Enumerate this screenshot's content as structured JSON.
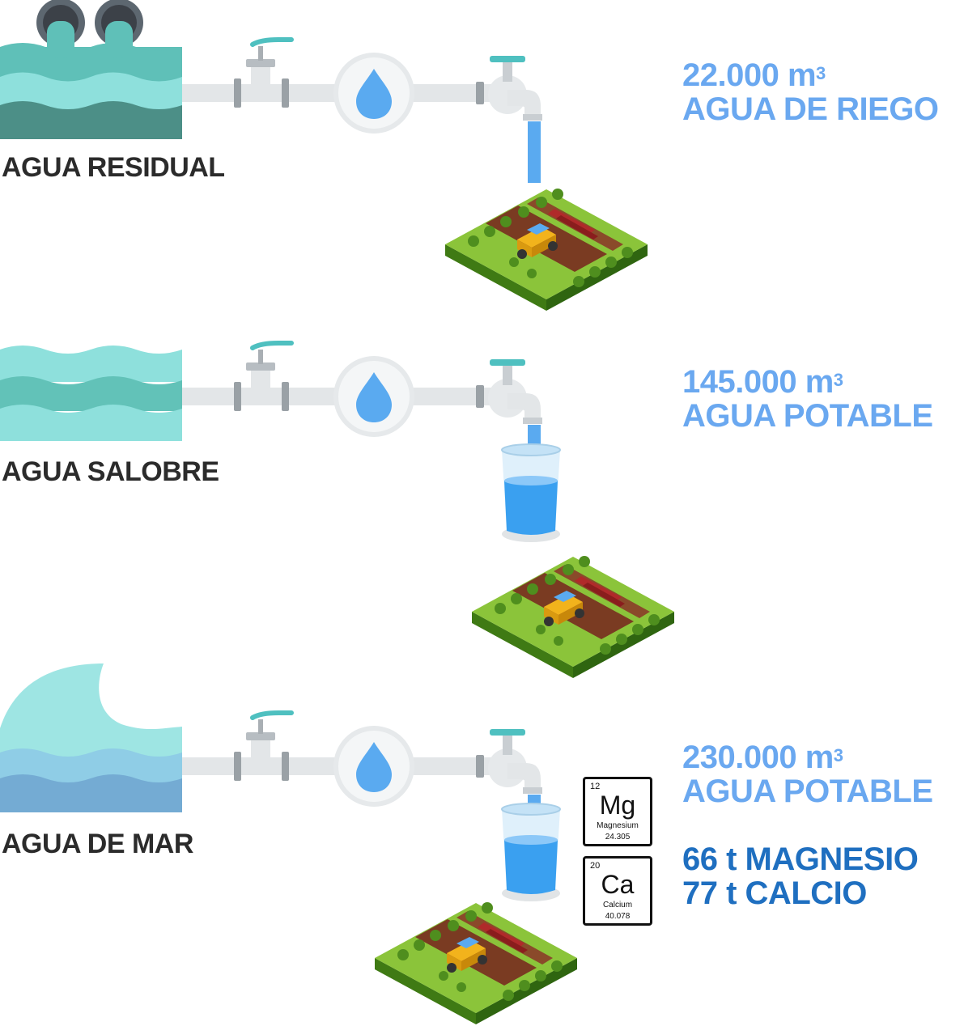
{
  "rows": [
    {
      "source": "AGUA RESIDUAL",
      "amount": "22.000 m",
      "unit_exp": "3",
      "product": "AGUA DE RIEGO"
    },
    {
      "source": "AGUA SALOBRE",
      "amount": "145.000 m",
      "unit_exp": "3",
      "product": "AGUA POTABLE"
    },
    {
      "source": "AGUA DE MAR",
      "amount": "230.000 m",
      "unit_exp": "3",
      "product": "AGUA POTABLE",
      "minerals": [
        "66 t MAGNESIO",
        "77 t CALCIO"
      ]
    }
  ],
  "elements": [
    {
      "number": "12",
      "symbol": "Mg",
      "name": "Magnesium",
      "mass": "24.305"
    },
    {
      "number": "20",
      "symbol": "Ca",
      "name": "Calcium",
      "mass": "40.078"
    }
  ],
  "colors": {
    "light_blue_text": "#6aa8f0",
    "dark_blue_text": "#1f6fc0",
    "label_text": "#2b2b2b",
    "pipe": "#e3e6e8",
    "water_drop": "#5aaaf0",
    "tap_teal": "#4fc0c0"
  },
  "icons": [
    "sewer-pipe-icon",
    "valve-icon",
    "water-drop-filter-icon",
    "tap-icon",
    "farm-field-icon",
    "glass-of-water-icon",
    "wave-icon"
  ]
}
